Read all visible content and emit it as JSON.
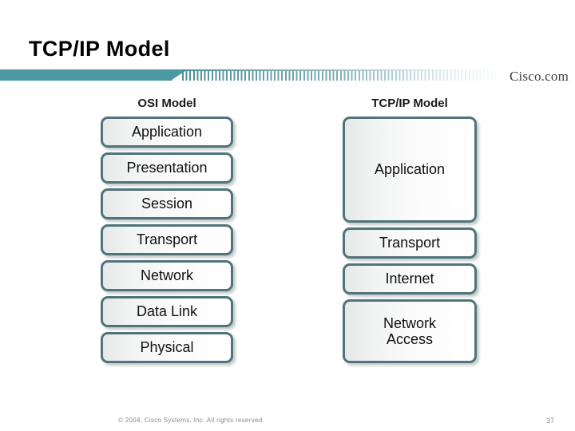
{
  "slide": {
    "title": "TCP/IP Model",
    "brand": "Cisco.com",
    "accent_color": "#4d99a3",
    "box_border_color": "#4f747a"
  },
  "diagram": {
    "osi": {
      "title": "OSI Model",
      "layers": [
        {
          "label": "Application",
          "size": "std"
        },
        {
          "label": "Presentation",
          "size": "std"
        },
        {
          "label": "Session",
          "size": "std"
        },
        {
          "label": "Transport",
          "size": "std"
        },
        {
          "label": "Network",
          "size": "std"
        },
        {
          "label": "Data Link",
          "size": "std"
        },
        {
          "label": "Physical",
          "size": "std"
        }
      ]
    },
    "tcpip": {
      "title": "TCP/IP Model",
      "layers": [
        {
          "label": "Application",
          "size": "tall"
        },
        {
          "label": "Transport",
          "size": "std"
        },
        {
          "label": "Internet",
          "size": "std"
        },
        {
          "label": "Network\nAccess",
          "size": "mid"
        }
      ]
    }
  },
  "footer": {
    "copyright": "© 2004, Cisco Systems, Inc. All rights reserved.",
    "page_number": "37"
  }
}
